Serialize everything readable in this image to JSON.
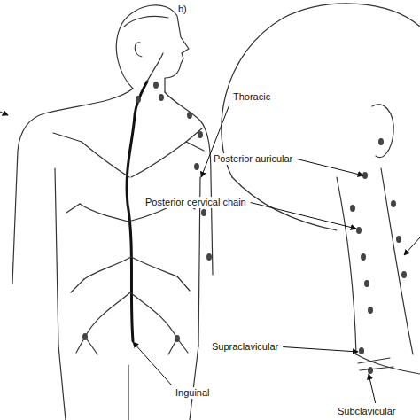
{
  "diagram": {
    "labels": [
      "b)",
      "Thoracic",
      "Posterior auricular",
      "Posterior cervical chain",
      "Supraclavicular",
      "Inguinal",
      "Subclavicular"
    ]
  }
}
